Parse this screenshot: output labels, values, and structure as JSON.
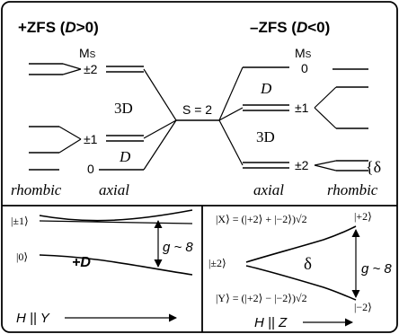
{
  "top": {
    "left_title_prefix": "+ZFS (",
    "left_title_D": "D",
    "left_title_suffix": ">0)",
    "right_title_prefix": "–ZFS (",
    "right_title_D": "D",
    "right_title_suffix": "<0)",
    "ms_left": "M",
    "ms_left_sub": "S",
    "ms_right": "M",
    "ms_right_sub": "S",
    "left_ms_pm2": "±2",
    "left_ms_pm1": "±1",
    "left_ms_0": "0",
    "right_ms_0": "0",
    "right_ms_pm1": "±1",
    "right_ms_pm2": "±2",
    "left_3D": "3D",
    "left_D": "D",
    "right_3D": "3D",
    "right_D": "D",
    "spin": "S = 2",
    "brace_delta": "{δ",
    "label_rhombic_left": "rhombic",
    "label_axial_left": "axial",
    "label_axial_right": "axial",
    "label_rhombic_right": "rhombic"
  },
  "bottom_left": {
    "ket_pm1": "|±1⟩",
    "ket_0": "|0⟩",
    "plus_D": "+D",
    "g_label": "g ~ 8",
    "field": "H || Y"
  },
  "bottom_right": {
    "ket_X": "|X⟩ = (|+2⟩ + |−2⟩)√2",
    "ket_Y": "|Y⟩ = (|+2⟩ − |−2⟩)√2",
    "ket_pm2": "|±2⟩",
    "ket_plus2": "|+2⟩",
    "ket_minus2": "|−2⟩",
    "delta": "δ",
    "g_label": "g ~ 8",
    "field": "H || Z"
  }
}
